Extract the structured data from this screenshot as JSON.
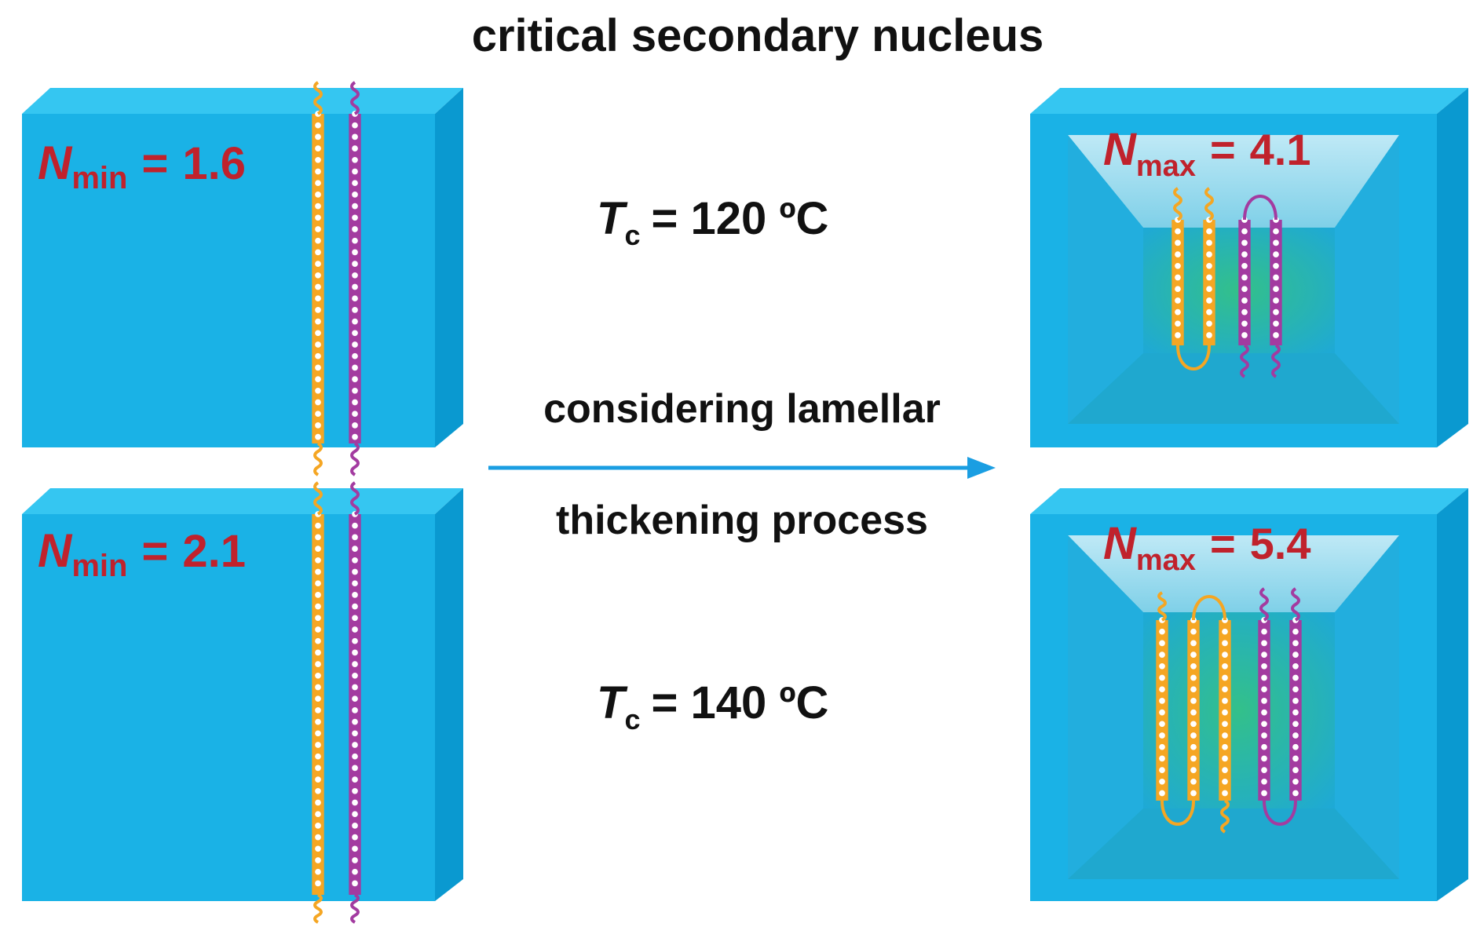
{
  "title": "critical secondary nucleus",
  "colors": {
    "block": "#1ab2e6",
    "block_top": "#35c6f1",
    "block_side": "#0a99d0",
    "well_bottom": "#28b57a",
    "well_light": "#bfe9f6",
    "label_red": "#c0222c",
    "chain_yellow": "#f5a623",
    "chain_magenta": "#a33ba0",
    "arrow": "#1a9ee2",
    "text": "#111111"
  },
  "left_blocks": [
    {
      "symbol": "N",
      "subscript": "min",
      "equals": "=",
      "value": "1.6"
    },
    {
      "symbol": "N",
      "subscript": "min",
      "equals": "=",
      "value": "2.1"
    }
  ],
  "right_blocks": [
    {
      "symbol": "N",
      "subscript": "max",
      "equals": "=",
      "value": "4.1"
    },
    {
      "symbol": "N",
      "subscript": "max",
      "equals": "=",
      "value": "5.4"
    }
  ],
  "temperatures": [
    {
      "symbol": "T",
      "subscript": "c",
      "text": "= 120 ºC"
    },
    {
      "symbol": "T",
      "subscript": "c",
      "text": "= 140 ºC"
    }
  ],
  "arrow_label_top": "considering lamellar",
  "arrow_label_bottom": "thickening process",
  "icons": {
    "arrow": "right-arrow-icon",
    "chain": "polymer-chain-icon"
  }
}
